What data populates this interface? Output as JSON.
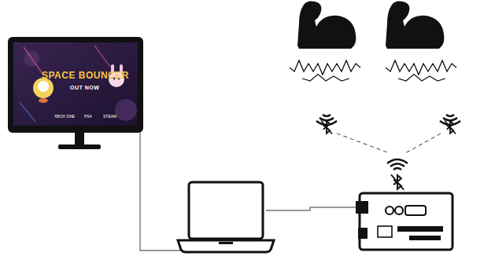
{
  "diagram": {
    "labels": [
      "SPACE BOUNCER",
      "OUT NOW",
      "XBOX ONE",
      "PS4",
      "STEAM"
    ]
  }
}
